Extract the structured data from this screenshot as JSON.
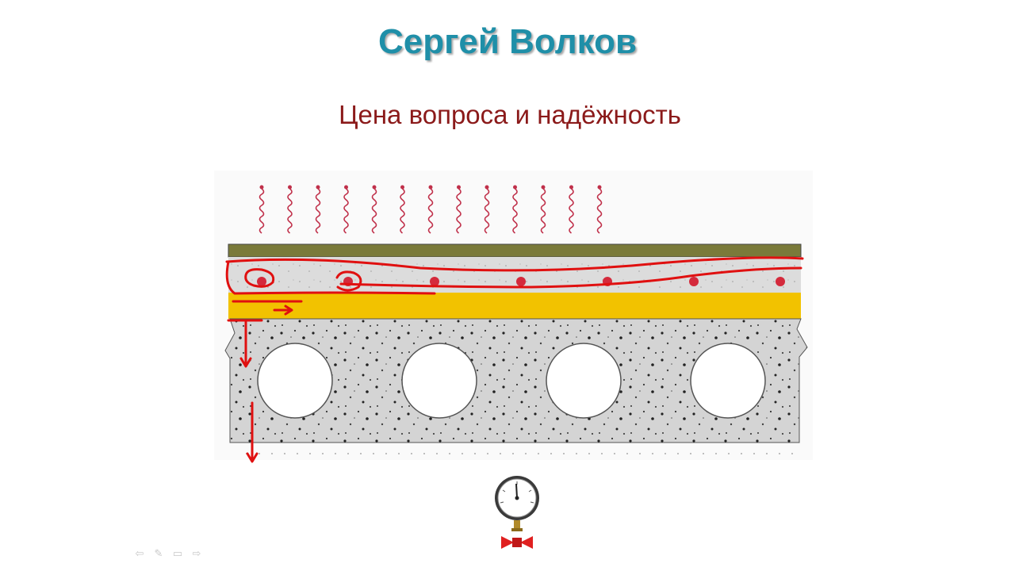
{
  "slide": {
    "title": "Сергей Волков",
    "subtitle": "Цена вопроса и надёжность"
  },
  "colors": {
    "title": "#1f8fa8",
    "subtitle": "#8b1a1a",
    "floor_covering": "#7a7a3a",
    "screed": "#d8d8d8",
    "insulation": "#f2c200",
    "slab": "#d0d0d0",
    "heat_wave": "#c0304a",
    "annotation": "#e01010"
  },
  "icons": {
    "gauge": "pressure-gauge-icon",
    "valve": "valve-icon",
    "nav": [
      "arrow-left-icon",
      "pen-icon",
      "menu-icon",
      "arrow-right-icon"
    ]
  },
  "nav_glyphs": [
    "⇦",
    "✎",
    "▭",
    "⇨"
  ],
  "diagram": {
    "heat_wave_count": 13,
    "pipe_count": 7,
    "slab_hole_count": 4
  }
}
